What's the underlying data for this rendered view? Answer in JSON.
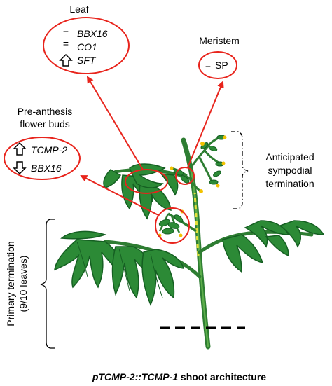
{
  "labels": {
    "leaf_title": "Leaf",
    "meristem_title": "Meristem",
    "flower_title_line1": "Pre-anthesis",
    "flower_title_line2": "flower buds",
    "anticipated_line1": "Anticipated",
    "anticipated_line2": "sympodial",
    "anticipated_line3": "termination",
    "primary_line1": "Primary termination",
    "primary_line2": "(9/10 leaves)",
    "caption_bold_italic": "pTCMP-2::TCMP-1",
    "caption_bold": " shoot architecture"
  },
  "leaf_genes": [
    {
      "symbol": "=",
      "name": "BBX16"
    },
    {
      "symbol": "=",
      "name": "CO1"
    },
    {
      "symbol": "up-arrow",
      "name": "SFT"
    }
  ],
  "meristem_genes": [
    {
      "symbol": "=",
      "name": "SP"
    }
  ],
  "flower_genes": [
    {
      "symbol": "up-arrow",
      "name": "TCMP-2"
    },
    {
      "symbol": "down-arrow",
      "name": "BBX16"
    }
  ],
  "symbols": {
    "equals": "="
  },
  "colors": {
    "red": "#e8241c",
    "dark_green": "#1e6e2a",
    "leaf_green": "#2c8a36",
    "stem_green": "#3a8f3a",
    "bud_yellow": "#f2c200",
    "dash_yellow": "#e6e23a"
  }
}
